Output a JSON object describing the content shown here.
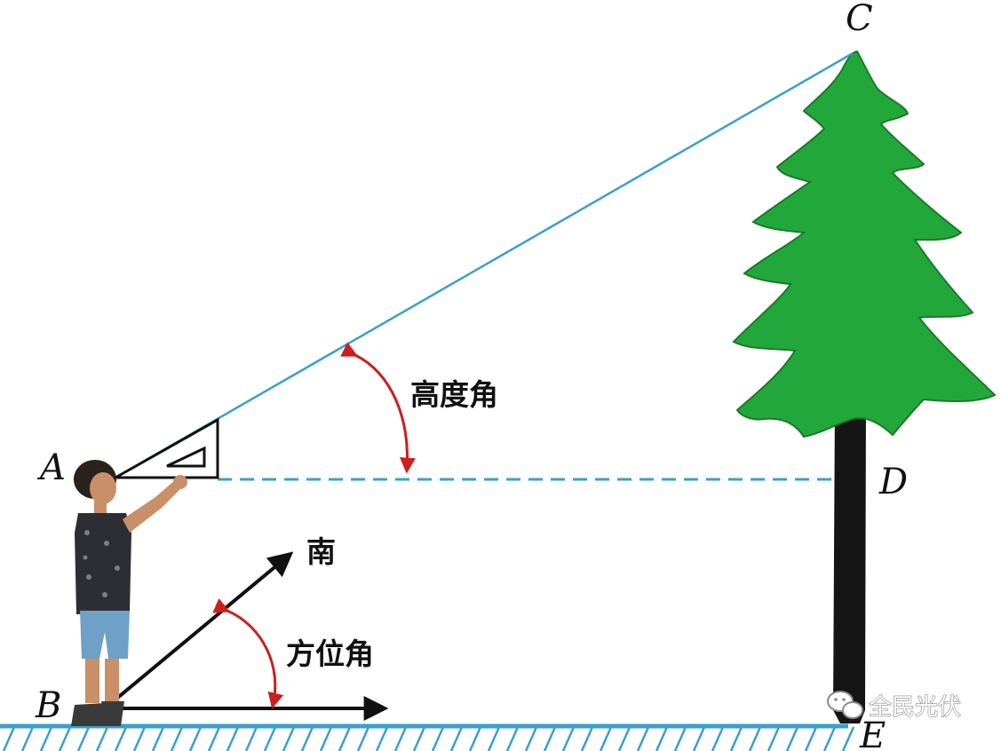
{
  "points": {
    "A": "A",
    "B": "B",
    "C": "C",
    "D": "D",
    "E": "E"
  },
  "angles": {
    "elevation": "高度角",
    "azimuth": "方位角"
  },
  "direction": {
    "south": "南"
  },
  "watermark": {
    "text": "全民光伏"
  },
  "colors": {
    "sight_line": "#3aa0cc",
    "angle_arc": "#cc1f1f",
    "ground": "#3aa0cc",
    "tree_foliage": "#22a83a",
    "tree_trunk": "#151515"
  }
}
